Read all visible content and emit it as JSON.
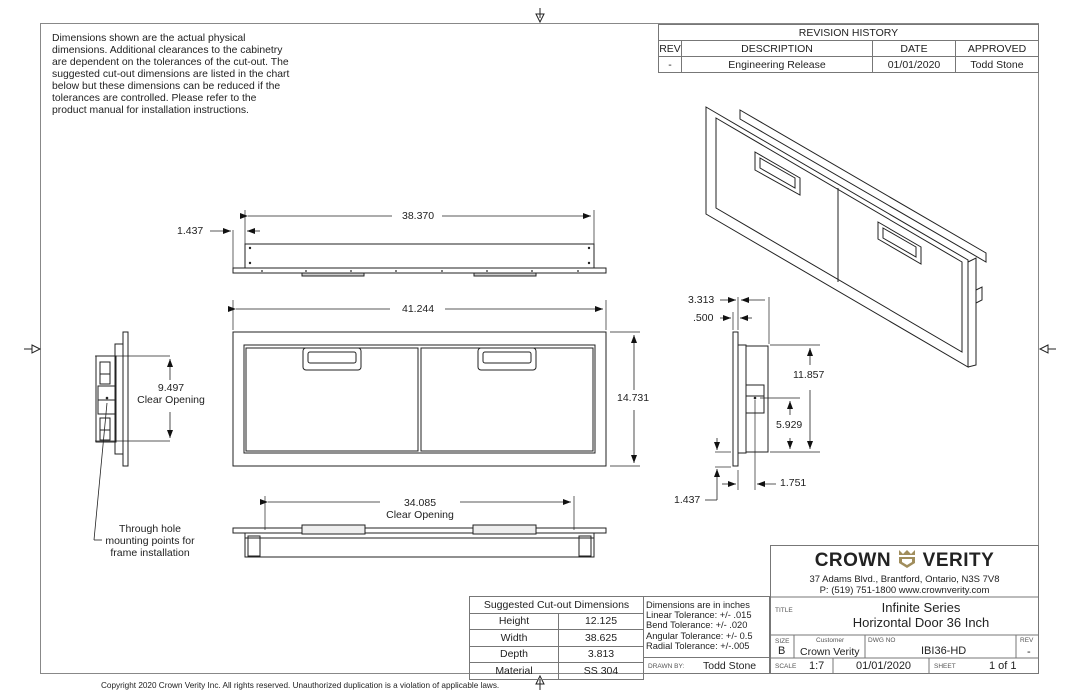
{
  "notes": {
    "lines": [
      "Dimensions shown are the actual physical",
      "dimensions.  Additional clearances to the cabinetry",
      "are dependent on the tolerances of the cut-out.  The",
      "suggested cut-out dimensions are listed in the chart",
      "below but these dimensions can be reduced if the",
      "tolerances are controlled.  Please refer to the",
      "product manual for  installation instructions."
    ]
  },
  "revision_history": {
    "title": "REVISION  HISTORY",
    "headers": [
      "REV",
      "DESCRIPTION",
      "DATE",
      "APPROVED"
    ],
    "rows": [
      [
        "-",
        "Engineering Release",
        "01/01/2020",
        "Todd Stone"
      ]
    ]
  },
  "dimensions": {
    "top_view_width": "38.370",
    "top_view_offset": "1.437",
    "front_width": "41.244",
    "front_height": "14.731",
    "side_clear_value": "9.497",
    "side_clear_label": "Clear Opening",
    "bottom_clear_value": "34.085",
    "bottom_clear_label": "Clear Opening",
    "right_depth": "3.313",
    "right_flange": ".500",
    "right_height": "11.857",
    "right_center": "5.929",
    "right_offset": "1.751",
    "right_bottom": "1.437"
  },
  "callout": {
    "lines": [
      "Through hole",
      "mounting points for",
      "frame installation"
    ]
  },
  "cutout_table": {
    "title": "Suggested Cut-out Dimensions",
    "rows": [
      [
        "Height",
        "12.125"
      ],
      [
        "Width",
        "38.625"
      ],
      [
        "Depth",
        "3.813"
      ],
      [
        "Material",
        "SS 304"
      ]
    ]
  },
  "tolerances": {
    "lines": [
      "Dimensions are in inches",
      "Linear Tolerance: +/- .015",
      "Bend Tolerance: +/- .020",
      "Angular Tolerance: +/- 0.5",
      "Radial Tolerance: +/-.005"
    ]
  },
  "drawn_by": {
    "label": "DRAWN BY:",
    "value": "Todd Stone"
  },
  "title_block": {
    "brand_left": "CROWN",
    "brand_right": "VERITY",
    "brand_color": "#a08d5c",
    "address": "37 Adams Blvd., Brantford, Ontario, N3S 7V8",
    "contact": "P: (519) 751-1800 www.crownverity.com",
    "title_label": "TITLE",
    "title_line1": "Infinite Series",
    "title_line2": "Horizontal Door 36 Inch",
    "size_label": "SIZE",
    "size_value": "B",
    "customer_label": "Customer",
    "customer_value": "Crown Verity",
    "dwg_label": "DWG  NO",
    "dwg_value": "IBI36-HD",
    "rev_label": "REV",
    "rev_value": "-",
    "scale_label": "SCALE",
    "scale_value": "1:7",
    "date_value": "01/01/2020",
    "sheet_label": "SHEET",
    "sheet_value": "1 of 1"
  },
  "copyright": "Copyright 2020 Crown Verity Inc.  All rights reserved.  Unauthorized duplication is a violation of applicable laws."
}
